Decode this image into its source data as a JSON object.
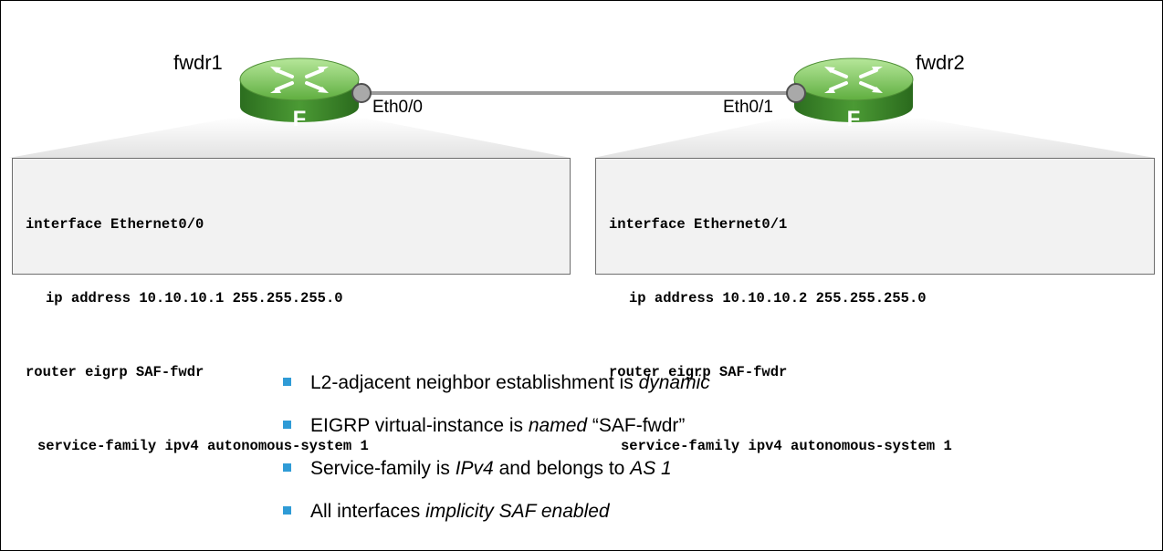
{
  "routers": [
    {
      "name": "fwdr1",
      "port": "Eth0/0",
      "router_letter": "F"
    },
    {
      "name": "fwdr2",
      "port": "Eth0/1",
      "router_letter": "F"
    }
  ],
  "configs": [
    {
      "lines": [
        "interface Ethernet0/0",
        "ip address 10.10.10.1 255.255.255.0",
        "router eigrp SAF-fwdr",
        "service-family ipv4 autonomous-system 1"
      ]
    },
    {
      "lines": [
        "interface Ethernet0/1",
        "ip address 10.10.10.2 255.255.255.0",
        "router eigrp SAF-fwdr",
        "service-family ipv4 autonomous-system 1"
      ]
    }
  ],
  "bullets": [
    {
      "plain": "L2-adjacent neighbor establishment is ",
      "em": "dynamic",
      "tail": "",
      "em2": ""
    },
    {
      "plain": "EIGRP virtual-instance is ",
      "em": "named",
      "tail": " “SAF-fwdr”",
      "em2": ""
    },
    {
      "plain": "Service-family is ",
      "em": "IPv4",
      "tail": " and belongs to ",
      "em2": "AS 1"
    },
    {
      "plain": "All interfaces ",
      "em": "implicity SAF enabled",
      "tail": "",
      "em2": ""
    }
  ],
  "colors": {
    "router_green_top": "#8fd26a",
    "router_green_side": "#2f7a22",
    "bullet": "#2f9bd6",
    "config_bg": "#f2f2f2"
  },
  "icons": [
    "router-icon",
    "port-dot-icon",
    "bullet-square-icon"
  ]
}
